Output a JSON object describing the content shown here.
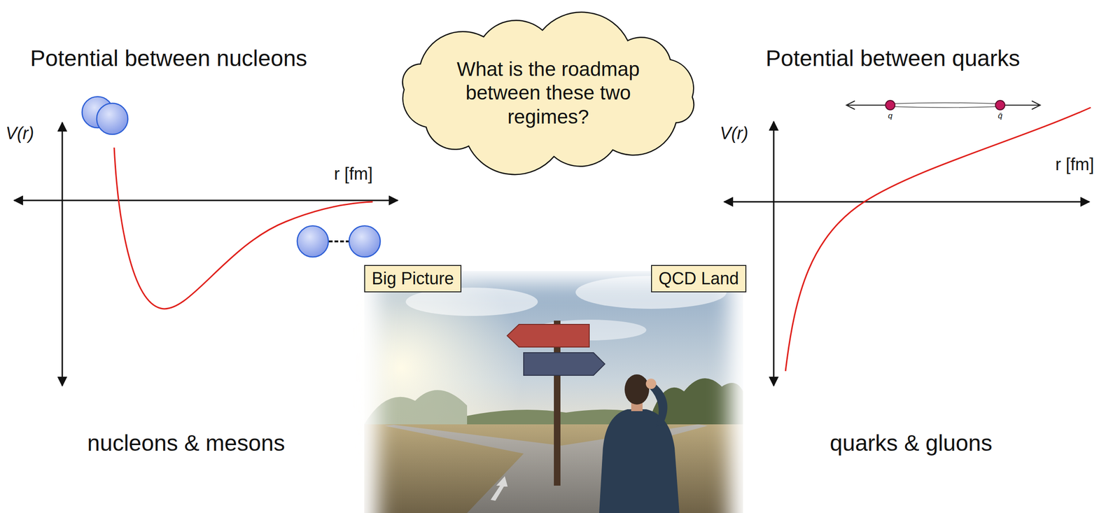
{
  "diagram": {
    "nodes": [
      {
        "text": [
          "What is the roadmap between these two regimes?"
        ]
      },
      {
        "text": [
          "Big Picture"
        ]
      },
      {
        "text": [
          "QCD Land"
        ]
      }
    ],
    "labels": [
      "Potential between nucleons",
      "V(r)",
      "r [fm]",
      "Potential between quarks",
      "q",
      "q̄",
      "V(r)",
      "r [fm]",
      "nucleons & mesons",
      "quarks & gluons"
    ]
  }
}
